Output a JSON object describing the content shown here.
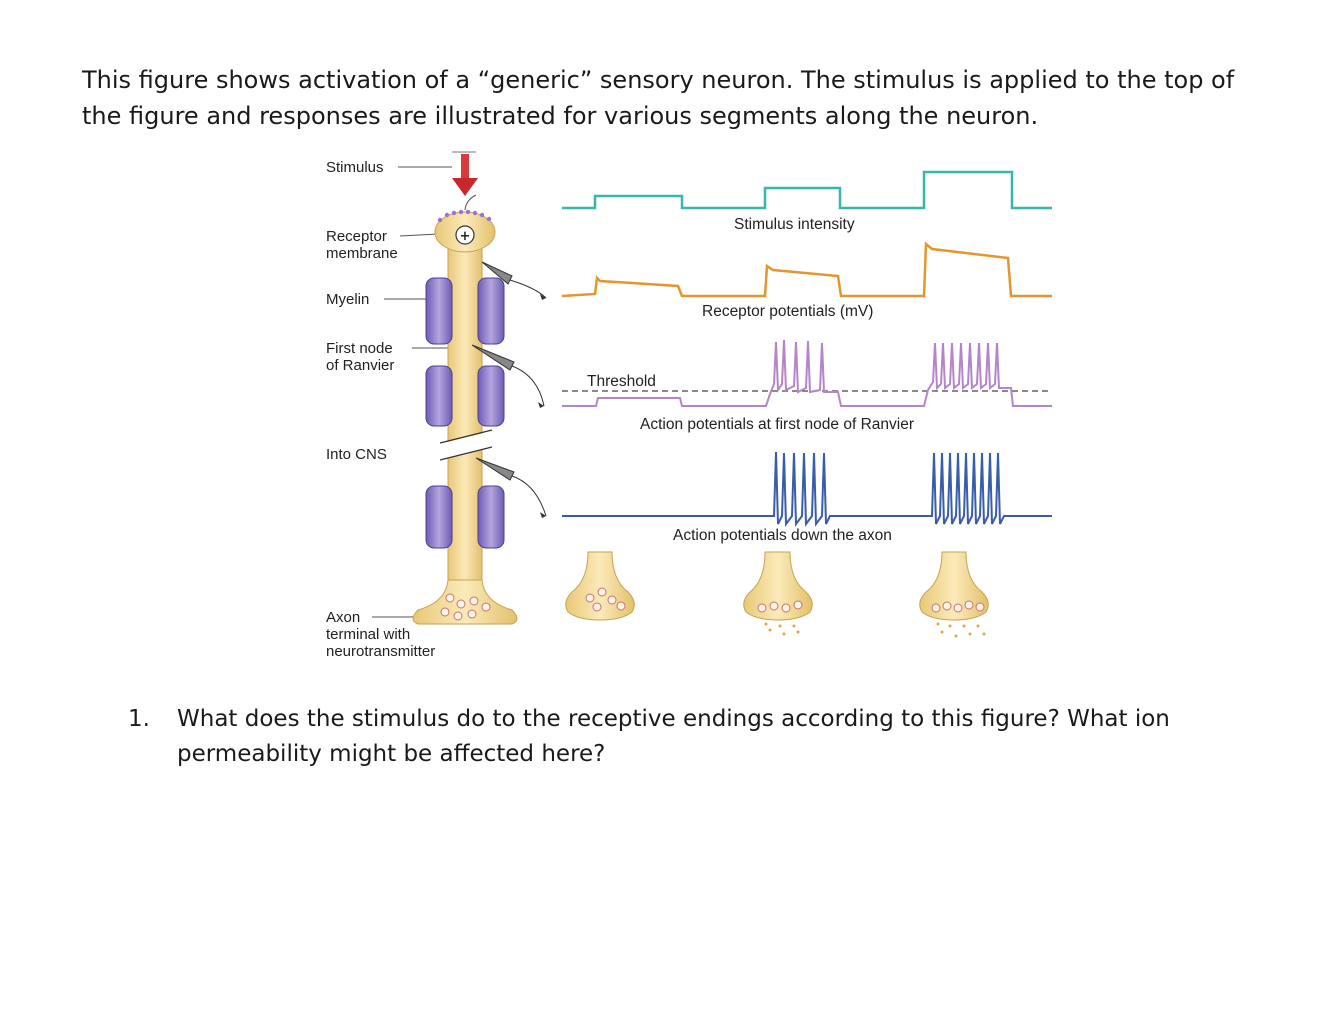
{
  "intro": "This figure shows activation of a “generic” sensory neuron. The stimulus is applied to the top of the figure and responses are illustrated for various segments along the neuron.",
  "figure": {
    "left_labels": {
      "stimulus": "Stimulus",
      "receptor_1": "Receptor",
      "receptor_2": "membrane",
      "myelin": "Myelin",
      "node_1": "First node",
      "node_2": "of Ranvier",
      "cns": "Into CNS",
      "axon_1": "Axon",
      "axon_2": "terminal with",
      "axon_3": "neurotransmitter"
    },
    "receptor_symbol": "+",
    "traces": {
      "stimulus_caption": "Stimulus intensity",
      "receptor_caption": "Receptor potentials (mV)",
      "threshold_label": "Threshold",
      "node_caption": "Action potentials at first node of Ranvier",
      "axon_caption": "Action potentials down the axon"
    },
    "colors": {
      "stimulus": "#35b8ab",
      "receptor": "#e3962e",
      "node": "#b585c9",
      "axon": "#3a5da8",
      "neuron": "#f2d995",
      "myelin": "#8f7bc6",
      "arrow": "#d93a3a"
    }
  },
  "question": {
    "number": "1.",
    "text": "What does the stimulus do to the receptive endings according to this figure? What ion permeability might be affected here?"
  }
}
